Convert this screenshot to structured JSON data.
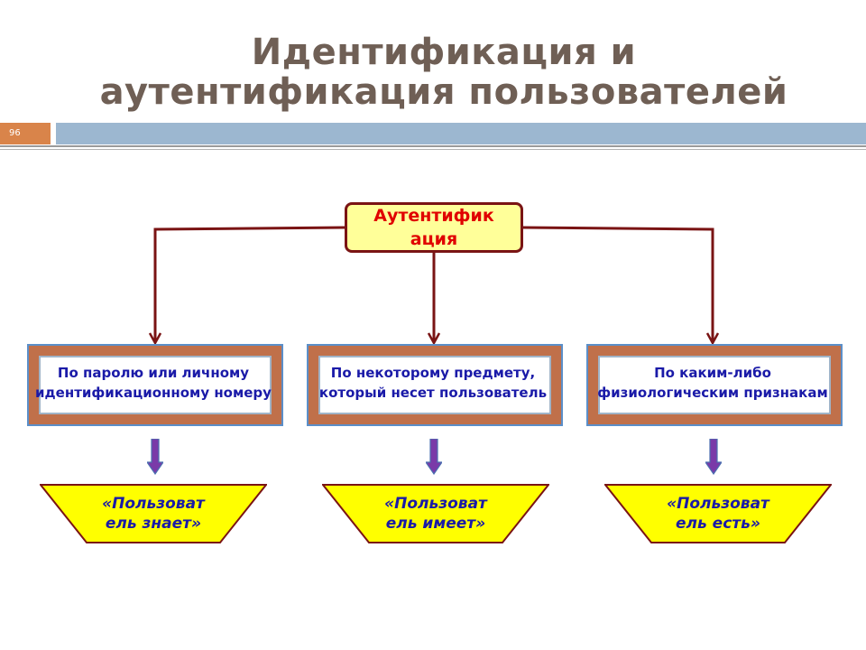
{
  "slide": {
    "title_line1": "Идентификация и",
    "title_line2": "аутентификация пользователей",
    "number": "96"
  },
  "diagram": {
    "root": {
      "line1": "Аутентифик",
      "line2": "ация"
    },
    "methods": [
      {
        "line1": "По паролю или личному",
        "line2": "идентификационному номеру"
      },
      {
        "line1": "По некоторому предмету,",
        "line2": "который несет пользователь"
      },
      {
        "line1": "По каким-либо",
        "line2": "физиологическим признакам"
      }
    ],
    "results": [
      {
        "line1": "«Пользоват",
        "line2": "ель знает»"
      },
      {
        "line1": "«Пользоват",
        "line2": "ель имеет»"
      },
      {
        "line1": "«Пользоват",
        "line2": "ель есть»"
      }
    ]
  },
  "colors": {
    "title": "#6f5f55",
    "connector": "#7a1414",
    "root_fill": "#ffff99",
    "root_text": "#e00000",
    "method_frame": "#c0704a",
    "method_text": "#1a1aa8",
    "result_fill": "#ffff00",
    "result_arrow": "#7a3aa8"
  }
}
